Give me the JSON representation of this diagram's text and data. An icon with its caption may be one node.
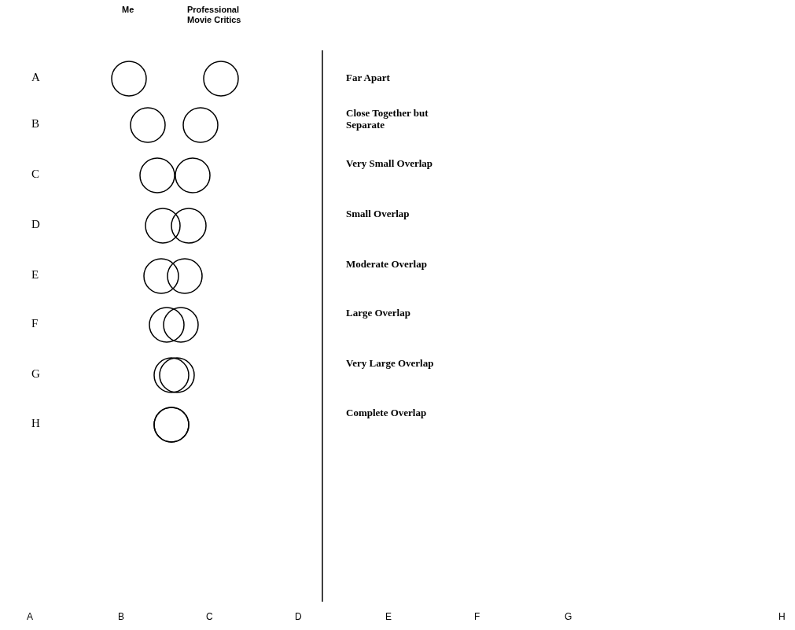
{
  "diagram": {
    "labels": [
      "Me",
      "Professional Movie Critics",
      "A",
      "Far Apart",
      "B",
      "Close Together but Separate",
      "C",
      "Very Small Overlap",
      "D",
      "Small Overlap",
      "E",
      "Moderate Overlap",
      "F",
      "Large Overlap",
      "G",
      "Very Large Overlap",
      "H",
      "Complete Overlap",
      "A",
      "B",
      "C",
      "D",
      "E",
      "F",
      "G",
      "H"
    ]
  }
}
